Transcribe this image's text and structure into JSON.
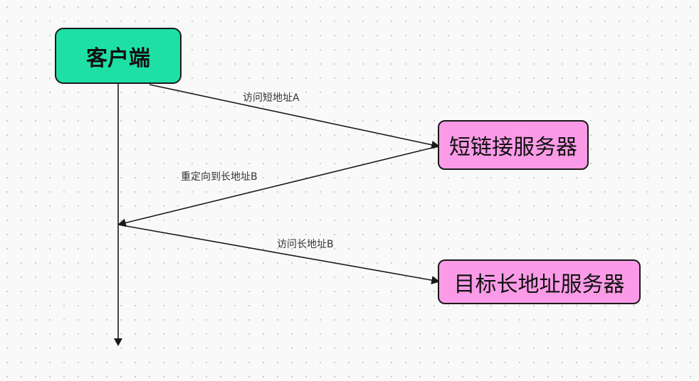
{
  "diagram": {
    "nodes": {
      "client": {
        "label": "客户端",
        "fill": "#1ee0a5"
      },
      "short_server": {
        "label": "短链接服务器",
        "fill": "#fb9be7"
      },
      "target_server": {
        "label": "目标长地址服务器",
        "fill": "#fb9be7"
      }
    },
    "edges": [
      {
        "from": "client",
        "to": "short_server",
        "label": "访问短地址A"
      },
      {
        "from": "short_server",
        "to": "client",
        "label": "重定向到长地址B"
      },
      {
        "from": "client",
        "to": "target_server",
        "label": "访问长地址B"
      }
    ],
    "colors": {
      "line": "#1a1a1a",
      "border": "#1a1a1a"
    }
  }
}
